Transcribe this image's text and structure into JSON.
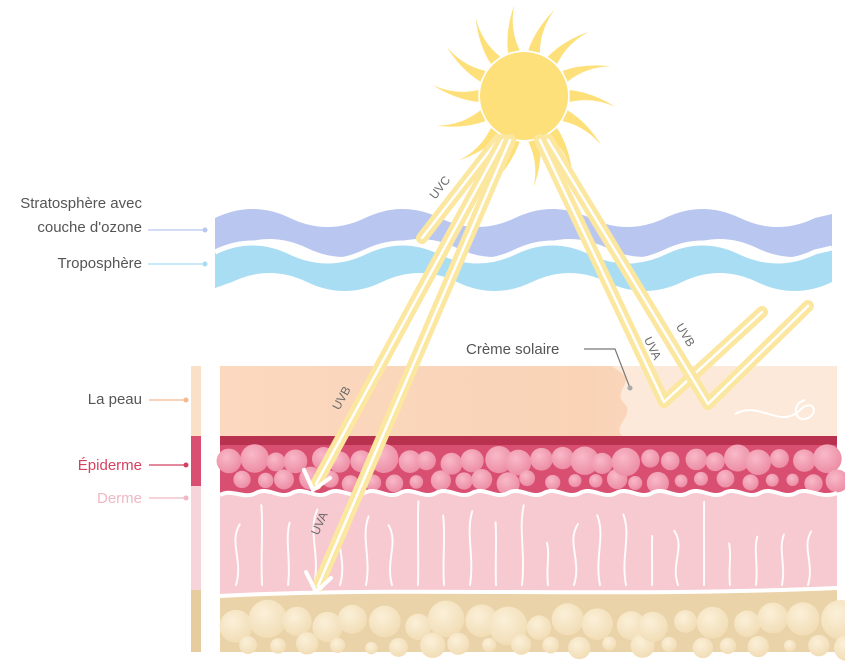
{
  "labels": {
    "stratosphere_line1": "Stratosphère avec",
    "stratosphere_line2": "couche d'ozone",
    "troposphere": "Troposphère",
    "skin": "La peau",
    "epidermis": "Épiderme",
    "dermis": "Derme",
    "sunscreen": "Crème solaire"
  },
  "rays": {
    "uvc": "UVC",
    "uvb": "UVB",
    "uva": "UVA",
    "uvb_reflected": "UVB",
    "uva_reflected": "UVA"
  },
  "colors": {
    "sun": "#fde07a",
    "ray": "#fbe7a0",
    "stratosphere": "#b9c6f0",
    "troposphere": "#a9ddf3",
    "skin_surface": "#fad8bd",
    "epidermis": "#d84f72",
    "epidermis_top": "#b8324f",
    "dermis": "#f7c9d1",
    "fat": "#ead3a8",
    "label_text": "#555555",
    "epidermis_label": "#d6405f",
    "dermis_label": "#f1b7c2",
    "skin_label_dot": "#f4b98e"
  }
}
